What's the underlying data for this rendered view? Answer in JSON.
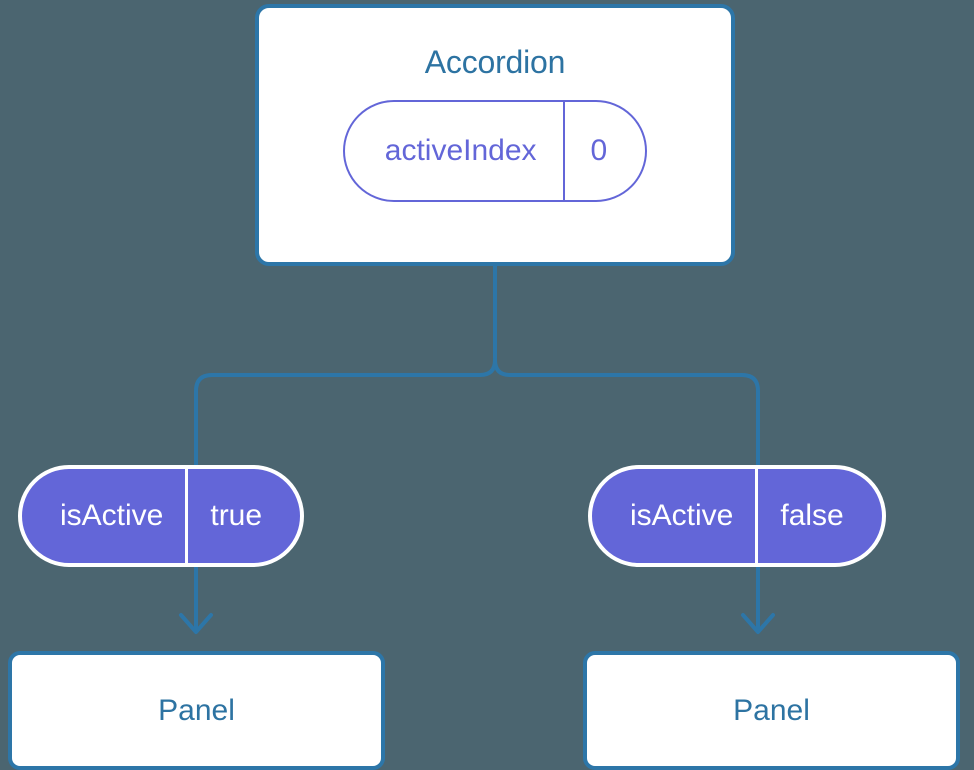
{
  "diagram": {
    "background_color": "#4b6570",
    "accent_blue": "#2d76a8",
    "accent_purple": "#6366d8",
    "title_color": "#2d73a2"
  },
  "root": {
    "name": "Accordion",
    "state_pill": {
      "key": "activeIndex",
      "value": "0"
    }
  },
  "children": [
    {
      "prop_pill": {
        "key": "isActive",
        "value": "true"
      },
      "panel": {
        "name": "Panel"
      }
    },
    {
      "prop_pill": {
        "key": "isActive",
        "value": "false"
      },
      "panel": {
        "name": "Panel"
      }
    }
  ]
}
